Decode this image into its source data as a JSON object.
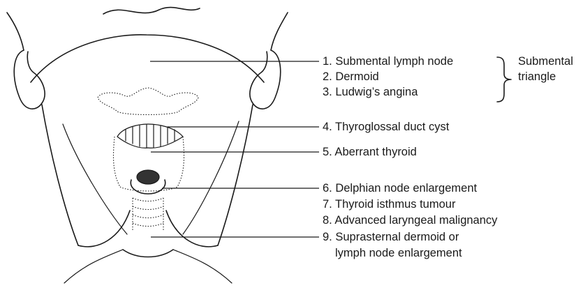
{
  "labels": [
    {
      "text": "1. Submental lymph node"
    },
    {
      "text": "2. Dermoid"
    },
    {
      "text": "3. Ludwig’s angina"
    },
    {
      "text": "4. Thyroglossal duct cyst"
    },
    {
      "text": "5. Aberrant thyroid"
    },
    {
      "text": "6. Delphian node enlargement"
    },
    {
      "text": "7. Thyroid isthmus tumour"
    },
    {
      "text": "8. Advanced laryngeal malignancy"
    },
    {
      "text": "9. Suprasternal dermoid or"
    },
    {
      "text": "lymph node enlargement"
    }
  ],
  "group": {
    "line1": "Submental",
    "line2": "triangle"
  }
}
